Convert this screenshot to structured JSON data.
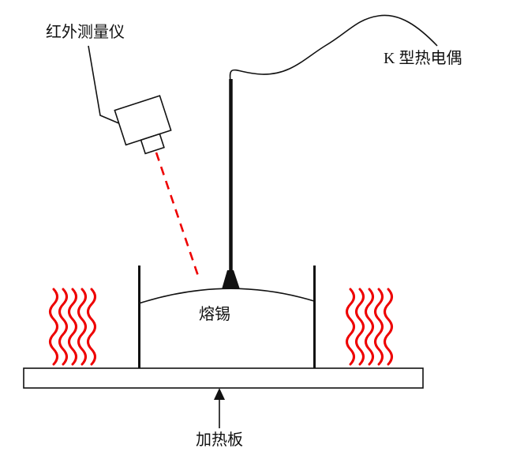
{
  "diagram": {
    "labels": {
      "infrared_meter": "红外测量仪",
      "thermocouple": "K 型热电偶",
      "molten_solder": "熔锡",
      "heating_plate": "加热板"
    },
    "colors": {
      "outline": "#111111",
      "heat_wave": "#ee0000",
      "laser_dashed": "#ee0000"
    }
  }
}
